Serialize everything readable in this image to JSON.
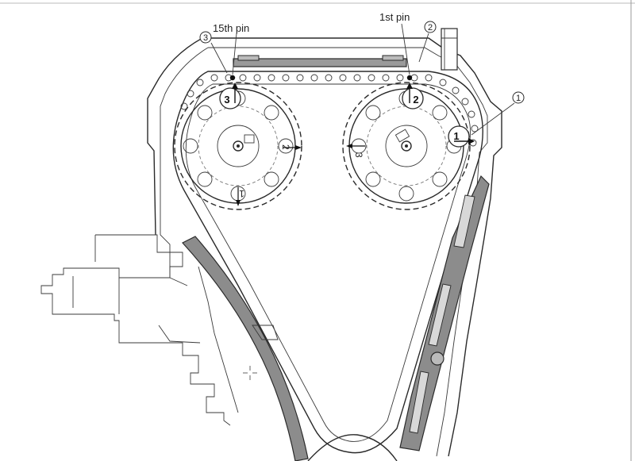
{
  "labels": {
    "pin_15th": "15th pin",
    "pin_1st": "1st pin"
  },
  "callouts": {
    "c1": "1",
    "c2": "2",
    "c3": "3"
  },
  "pin_marks": {
    "m1": "1",
    "m2": "2",
    "m3": "3"
  },
  "rotation_marks": {
    "left_1": "1",
    "left_2": "2",
    "right_3": "3"
  },
  "colors": {
    "ink": "#2a2a2a",
    "guide_fill": "#8c8c8c",
    "background": "#ffffff"
  }
}
